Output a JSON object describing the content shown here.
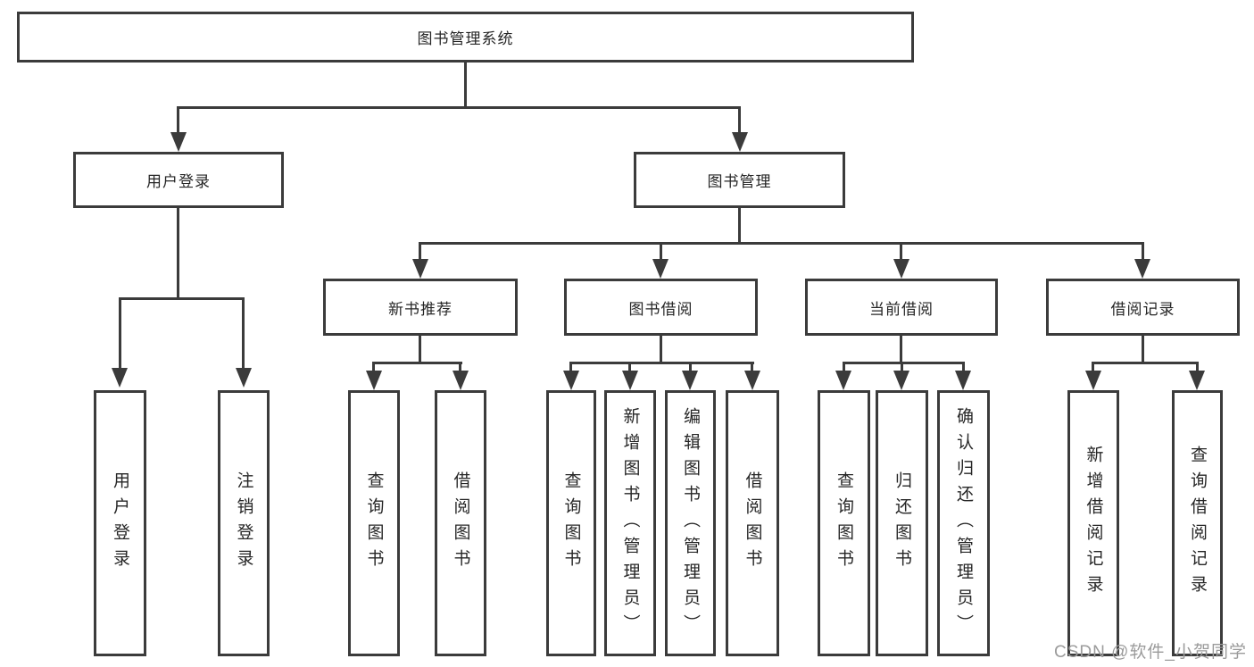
{
  "diagram": {
    "root": "图书管理系统",
    "branches": [
      {
        "label": "用户登录",
        "children": [
          "用户登录",
          "注销登录"
        ]
      },
      {
        "label": "图书管理",
        "children": [
          {
            "label": "新书推荐",
            "children": [
              "查询图书",
              "借阅图书"
            ]
          },
          {
            "label": "图书借阅",
            "children": [
              "查询图书",
              "新增图书（管理员）",
              "编辑图书（管理员）",
              "借阅图书"
            ]
          },
          {
            "label": "当前借阅",
            "children": [
              "查询图书",
              "归还图书",
              "确认归还（管理员）"
            ]
          },
          {
            "label": "借阅记录",
            "children": [
              "新增借阅记录",
              "查询借阅记录"
            ]
          }
        ]
      }
    ]
  },
  "watermark": "CSDN @软件_小贺同学",
  "colors": {
    "line": "#3b3b3b",
    "text": "#262626",
    "node_background": "#ffffff",
    "watermark": "#9b9b9b",
    "background": "#ffffff"
  }
}
